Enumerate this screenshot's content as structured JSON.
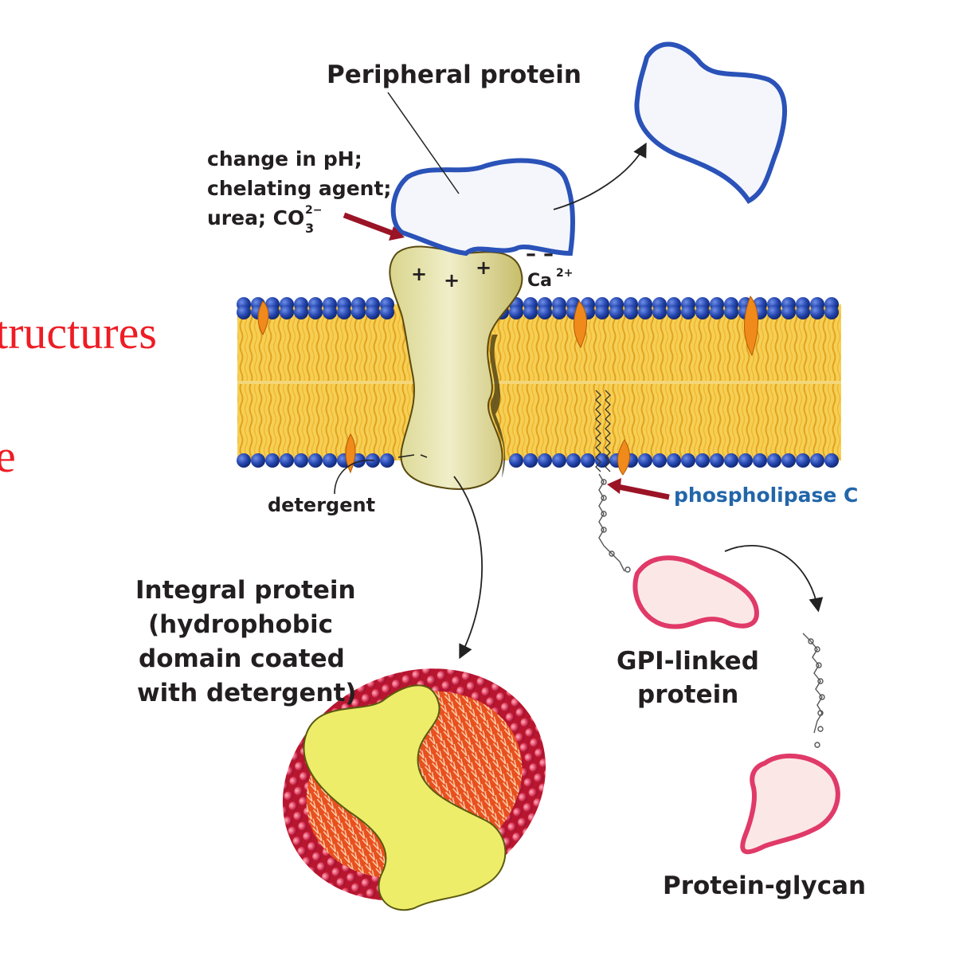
{
  "diagram": {
    "peripheral_label": "Peripheral protein",
    "conditions": [
      "change in pH;",
      "chelating agent;",
      "urea; CO"
    ],
    "carbonate_sub": "3",
    "carbonate_sup": "2−",
    "plus_sign": "+",
    "minus_sign": "– –",
    "calcium": "Ca",
    "calcium_sup": "2+",
    "detergent_label": "detergent",
    "phospholipase_label": "phospholipase C",
    "integral_label": [
      "Integral protein",
      "(hydrophobic",
      "domain coated",
      "with detergent)"
    ],
    "gpi_label": [
      "GPI-linked",
      "protein"
    ],
    "glycan_label": "Protein-glycan",
    "slide_fragment_1": "tructures",
    "slide_fragment_2": "e"
  },
  "colors": {
    "head_blue": "#1b3f9c",
    "tail_yellow": "#f2c23a",
    "peripheral_outline": "#2a52b8",
    "integral_fill": "#e9e7b4",
    "gpi_pink": "#e03a68",
    "micelle_red": "#c81e3c",
    "arrow_red": "#9a1426",
    "slide_text_red": "#ee1c24"
  }
}
